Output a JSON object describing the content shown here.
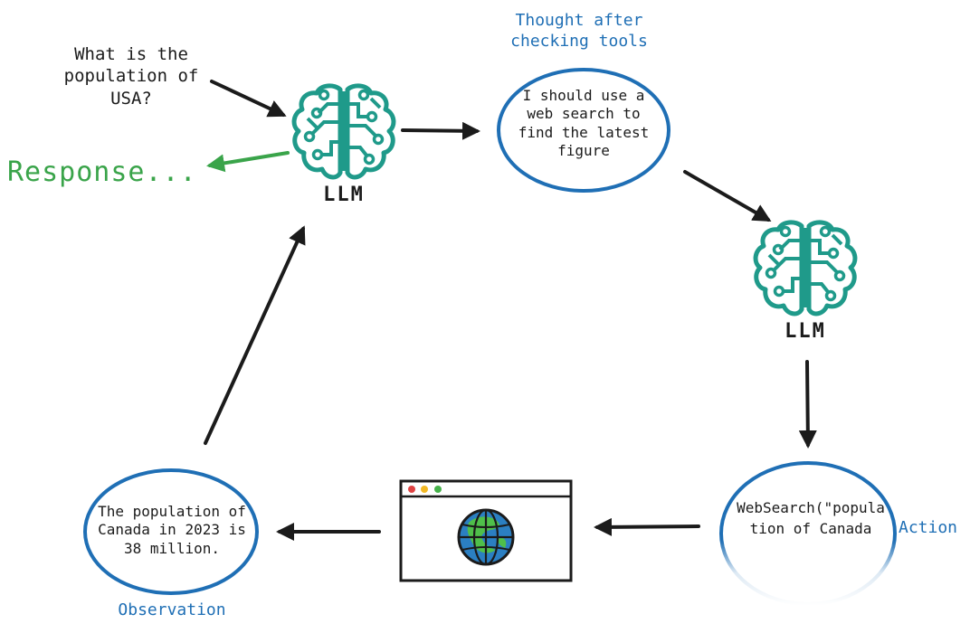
{
  "question": {
    "text": "What is the\npopulation of\nUSA?"
  },
  "response": {
    "text": "Response..."
  },
  "llm_top": {
    "label": "LLM"
  },
  "thought": {
    "title": "Thought after\nchecking tools",
    "text": "I should use a\nweb search to\nfind the latest\nfigure"
  },
  "llm_right": {
    "label": "LLM"
  },
  "action": {
    "text": "WebSearch(\"popula\ntion of Canada",
    "label": "Action"
  },
  "browser": {
    "icon": "browser-globe-icon"
  },
  "observation": {
    "text": "The population of\nCanada in 2023 is\n38 million.",
    "label": "Observation"
  },
  "colors": {
    "ink": "#1b1b1b",
    "ellipse": "#1f6fb5",
    "accent_blue": "#1f6fb5",
    "response_green": "#3aa44a",
    "brain_teal": "#1f9a8a",
    "globe_blue": "#2b7fc2",
    "globe_green": "#4fbf4a"
  }
}
